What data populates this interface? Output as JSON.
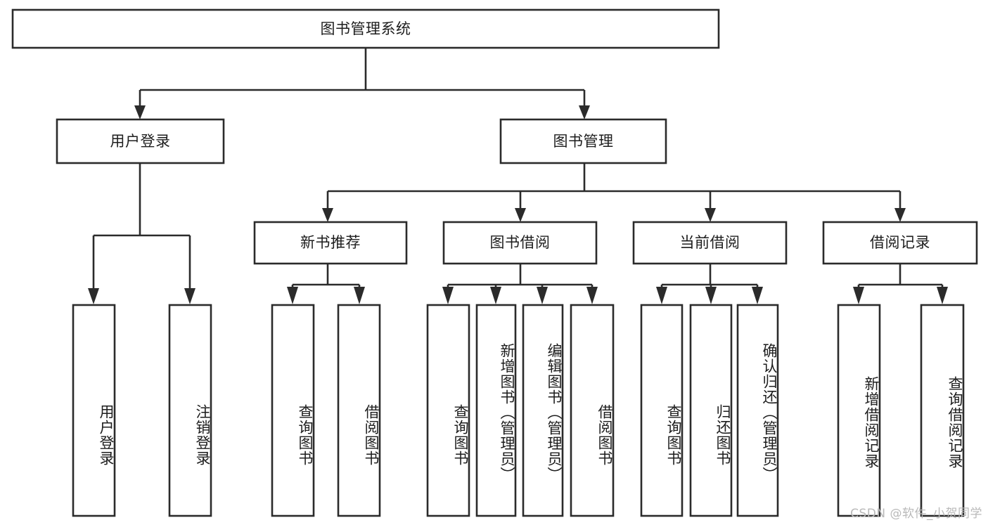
{
  "diagram": {
    "type": "hierarchy-tree",
    "title": "图书管理系统",
    "watermark": "CSDN @软件_小贺同学",
    "colors": {
      "box_stroke": "#2b2b2b",
      "box_fill": "#ffffff",
      "text": "#1d1d1d",
      "background": "#ffffff",
      "watermark": "#b9b9b9"
    },
    "root": {
      "label": "图书管理系统"
    },
    "level2": [
      {
        "label": "用户登录"
      },
      {
        "label": "图书管理"
      }
    ],
    "level3": [
      {
        "label": "新书推荐"
      },
      {
        "label": "图书借阅"
      },
      {
        "label": "当前借阅"
      },
      {
        "label": "借阅记录"
      }
    ],
    "leaves": {
      "user_login": [
        {
          "label": "用户登录"
        },
        {
          "label": "注销登录"
        }
      ],
      "new_book_recommend": [
        {
          "label": "查询图书"
        },
        {
          "label": "借阅图书"
        }
      ],
      "book_borrow": [
        {
          "label": "查询图书"
        },
        {
          "label": "新增图书（管理员）"
        },
        {
          "label": "编辑图书（管理员）"
        },
        {
          "label": "借阅图书"
        }
      ],
      "current_borrow": [
        {
          "label": "查询图书"
        },
        {
          "label": "归还图书"
        },
        {
          "label": "确认归还（管理员）"
        }
      ],
      "borrow_record": [
        {
          "label": "新增借阅记录"
        },
        {
          "label": "查询借阅记录"
        }
      ]
    }
  }
}
